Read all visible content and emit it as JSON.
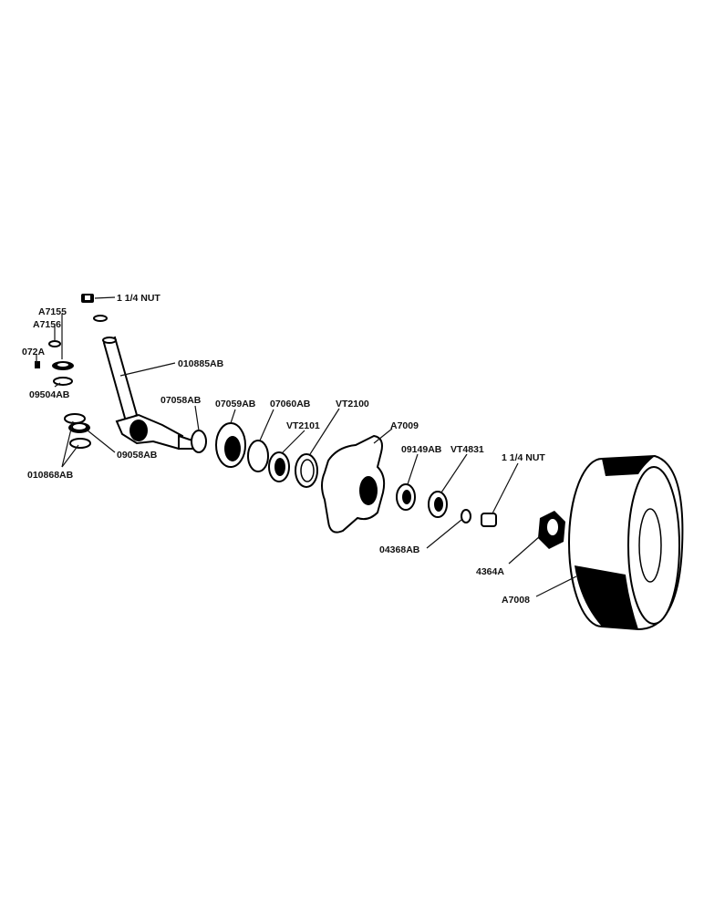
{
  "labels": {
    "nut_top": "1 1/4 NUT",
    "a7155": "A7155",
    "a7156": "A7156",
    "p072a": "072A",
    "p09504ab": "09504AB",
    "p010885ab": "010885AB",
    "p010868ab": "010868AB",
    "p09058ab": "09058AB",
    "p07058ab": "07058AB",
    "p07059ab": "07059AB",
    "p07060ab": "07060AB",
    "vt2101": "VT2101",
    "vt2100": "VT2100",
    "a7009": "A7009",
    "p09149ab": "09149AB",
    "vt4831": "VT4831",
    "nut_right": "1 1/4 NUT",
    "p04368ab": "04368AB",
    "p4364a": "4364A",
    "a7008": "A7008"
  }
}
